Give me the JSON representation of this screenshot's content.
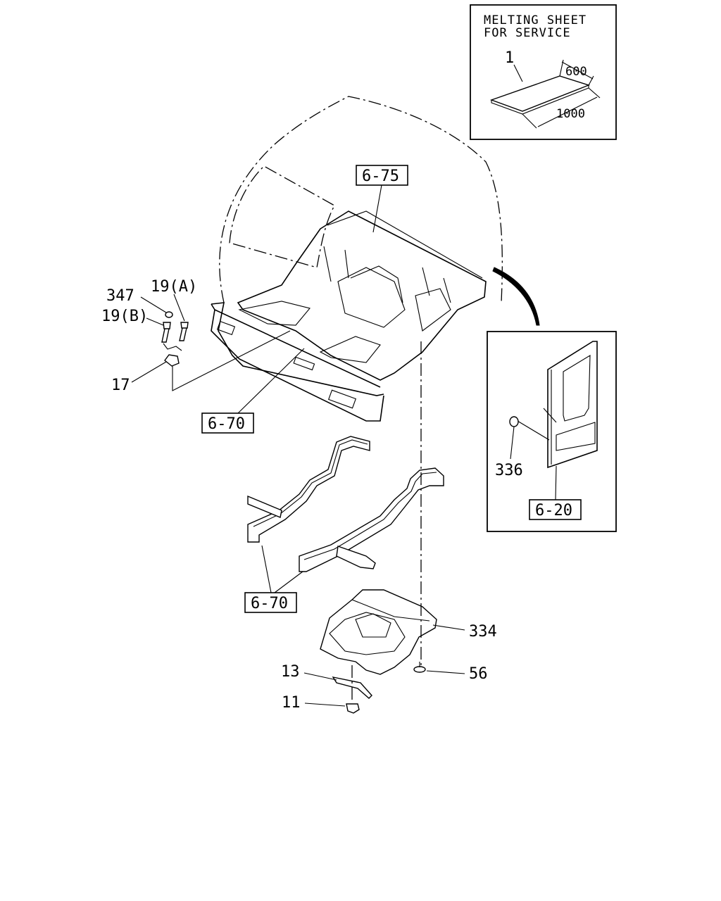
{
  "inset_service": {
    "header_line1": "MELTING SHEET",
    "header_line2": "FOR SERVICE",
    "part_number": "1",
    "dim_width": "600",
    "dim_length": "1000"
  },
  "inset_detail": {
    "part_number": "336",
    "ref_label": "6-20"
  },
  "ref_labels": {
    "roof_panel": "6-75",
    "floor_panel": "6-70",
    "side_members": "6-70"
  },
  "callouts": {
    "c347": "347",
    "c19a": "19(A)",
    "c19b": "19(B)",
    "c17": "17",
    "c334": "334",
    "c56": "56",
    "c13": "13",
    "c11": "11"
  }
}
